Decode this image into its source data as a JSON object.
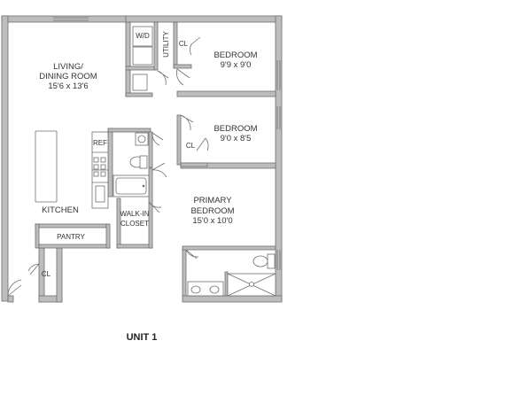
{
  "plan": {
    "title": "UNIT 1",
    "rooms": {
      "living": {
        "name_line1": "LIVING/",
        "name_line2": "DINING ROOM",
        "size": "15'6 x 13'6"
      },
      "bedroom1": {
        "name": "BEDROOM",
        "size": "9'9 x 9'0"
      },
      "bedroom2": {
        "name": "BEDROOM",
        "size": "9'0 x 8'5"
      },
      "primary": {
        "name_line1": "PRIMARY",
        "name_line2": "BEDROOM",
        "size": "15'0 x 10'0"
      },
      "kitchen": {
        "name": "KITCHEN"
      },
      "pantry": {
        "name": "PANTRY"
      },
      "walkin": {
        "name_line1": "WALK-IN",
        "name_line2": "CLOSET"
      },
      "utility": {
        "name": "UTILITY"
      },
      "wd": {
        "name": "W/D"
      },
      "ref": {
        "name": "REF"
      },
      "closet_bed1": {
        "name": "CL"
      },
      "closet_bed2": {
        "name": "CL"
      },
      "closet_entry": {
        "name": "CL"
      }
    }
  }
}
